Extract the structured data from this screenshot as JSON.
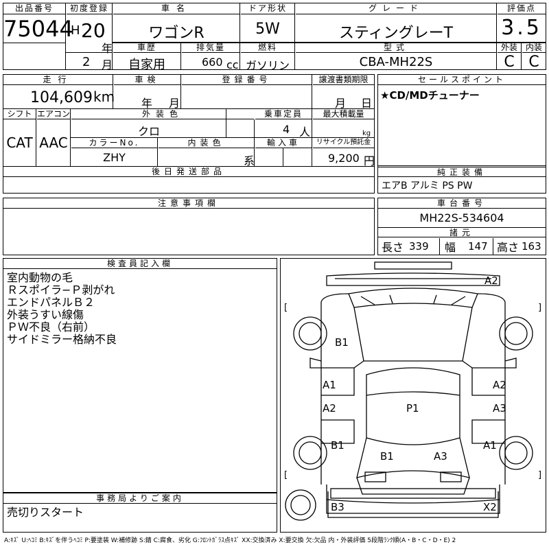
{
  "header": {
    "lot_label": "出品番号",
    "lot_value": "75044",
    "reg_label": "初度登録",
    "era": "H",
    "year": "20",
    "year_unit": "年",
    "month": "2",
    "month_unit": "月",
    "name_label": "車名",
    "name_value": "ワゴンR",
    "door_label": "ドア形状",
    "door_value": "5W",
    "grade_label": "グレード",
    "grade_value": "スティングレーT",
    "score_label": "評価点",
    "score_value": "3.5",
    "history_label": "車歴",
    "history_value": "自家用",
    "displacement_label": "排気量",
    "displacement_value": "660",
    "displacement_unit": "cc",
    "fuel_label": "燃料",
    "fuel_value": "ガソリン",
    "model_label": "型式",
    "model_value": "CBA-MH22S",
    "ext_label": "外装",
    "ext_value": "C",
    "int_label": "内装",
    "int_value": "C"
  },
  "row2": {
    "mileage_label": "走行",
    "mileage_value": "104,609",
    "mileage_unit": "km",
    "inspection_label": "車検",
    "insp_year_unit": "年",
    "insp_month_unit": "月",
    "plate_label": "登録番号",
    "transfer_label": "譲渡書類期限",
    "transfer_month_unit": "月",
    "transfer_day_unit": "日",
    "shift_label": "シフト",
    "shift_value": "CAT",
    "ac_label": "エアコン",
    "ac_value": "AAC",
    "ext_color_label": "外装色",
    "ext_color_value": "クロ",
    "capacity_label": "乗車定員",
    "capacity_value": "4",
    "capacity_unit": "人",
    "load_label": "最大積載量",
    "load_unit": "kg",
    "color_no_label": "カラーNo.",
    "color_no_value": "ZHY",
    "int_color_label": "内装色",
    "int_color_unit": "系",
    "import_label": "輸入車",
    "recycle_label": "リサイクル預託金",
    "recycle_value": "9,200",
    "recycle_unit": "円",
    "later_label": "後日発送部品"
  },
  "sales": {
    "label": "セールスポイント",
    "text": "★CD/MDチューナー"
  },
  "equipment": {
    "label": "純正装備",
    "text": "エアB アルミ PS PW"
  },
  "notes": {
    "label": "注意事項欄"
  },
  "chassis": {
    "label": "車台番号",
    "value": "MH22S-534604",
    "dims_label": "諸元",
    "length_label": "長さ",
    "length_value": "339",
    "width_label": "幅",
    "width_value": "147",
    "height_label": "高さ",
    "height_value": "163"
  },
  "inspector": {
    "label": "検査員記入欄",
    "lines": [
      "室内動物の毛",
      "Ｒスポイラ−Ｐ剥がれ",
      "エンドパネルＢ２",
      "外装うすい線傷",
      "ＰＷ不良（右前）",
      "サイドミラー格納不良"
    ]
  },
  "office": {
    "label": "事務局よりご案内",
    "text": "売切りスタート"
  },
  "diagram": {
    "marks": [
      "A2",
      "B1",
      "A1",
      "A2",
      "A2",
      "A3",
      "P1",
      "B1",
      "B1",
      "A3",
      "A1",
      "B3",
      "X2"
    ],
    "bracket_left": "[",
    "bracket_right": "]"
  },
  "footer": "A:ｷｽﾞ U:ﾍｺﾐ B:ｷｽﾞを伴うﾍｺﾐ P:要塗装 W:補修跡 S:錆 C:腐食、劣化 G:ﾌﾛﾝﾄｶﾞﾗｽ点ｷｽﾞ XX:交換済み X:要交換 欠:欠品 内・外装評価 5段階ﾗﾝｸ順(A・B・C・D・E) 2"
}
